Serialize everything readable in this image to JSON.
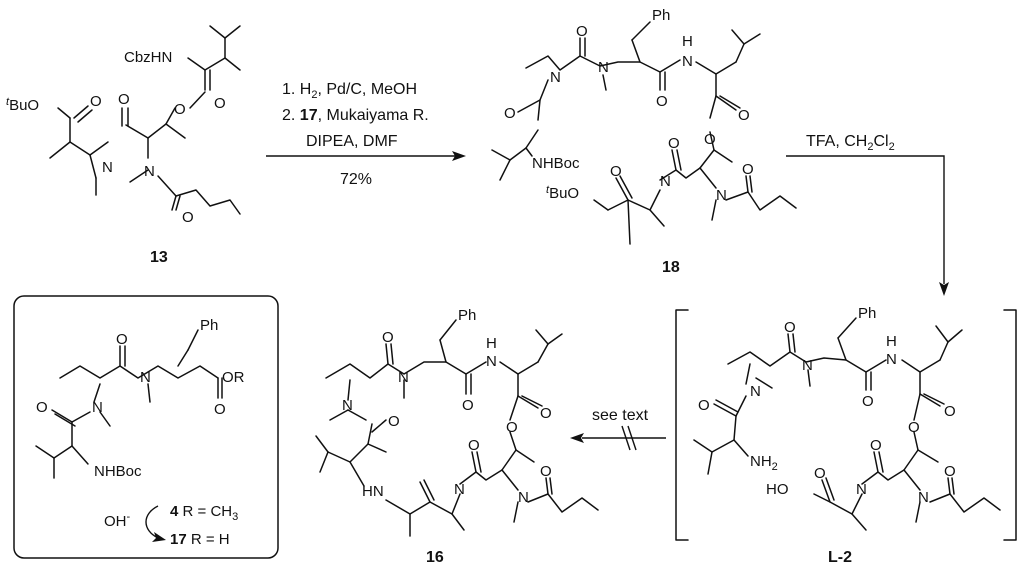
{
  "scheme": {
    "compounds": {
      "c13": {
        "number": "13",
        "labels": {
          "cbzhn": "CbzHN",
          "tbu_sup": "t",
          "tbuo": "BuO",
          "o1": "O",
          "o2": "O",
          "o3": "O",
          "o4": "O",
          "o5": "O",
          "n1": "N",
          "n2": "N"
        }
      },
      "c18": {
        "number": "18",
        "labels": {
          "ph": "Ph",
          "h": "H",
          "n_amide": "N",
          "n1": "N",
          "n2": "N",
          "n3": "N",
          "n4": "N",
          "nhboc": "NHBoc",
          "tbu_sup": "t",
          "tbuo": "BuO",
          "o1": "O",
          "o2": "O",
          "o3": "O",
          "o4": "O",
          "o5": "O",
          "o6": "O",
          "o7": "O",
          "o8": "O"
        }
      },
      "l2": {
        "number": "L-2",
        "labels": {
          "ph": "Ph",
          "h": "H",
          "n_amide": "N",
          "n1": "N",
          "n2": "N",
          "n3": "N",
          "n4": "N",
          "nh2": "NH",
          "nh2_sub": "2",
          "ho": "HO",
          "o1": "O",
          "o2": "O",
          "o3": "O",
          "o4": "O",
          "o5": "O",
          "o6": "O",
          "o7": "O",
          "o8": "O"
        }
      },
      "c16": {
        "number": "16",
        "labels": {
          "ph": "Ph",
          "h1": "H",
          "n_amide1": "N",
          "hn": "HN",
          "n1": "N",
          "n2": "N",
          "n3": "N",
          "n4": "N",
          "o1": "O",
          "o2": "O",
          "o3": "O",
          "o4": "O",
          "o5": "O",
          "o6": "O",
          "o7": "O"
        }
      },
      "c4_17": {
        "labels": {
          "ph": "Ph",
          "n1": "N",
          "n2": "N",
          "nhboc": "NHBoc",
          "o1": "O",
          "o2": "O",
          "o3": "O",
          "or": "OR"
        },
        "hydroxide": "OH",
        "hydroxide_sup": "-",
        "row4": {
          "number": "4",
          "text": " R = CH",
          "sub": "3"
        },
        "row17": {
          "number": "17",
          "text": " R = H"
        }
      }
    },
    "arrows": {
      "step1": {
        "line1": "1. H",
        "line1_sub": "2",
        "line1_rest": ", Pd/C, MeOH",
        "line2_pre": "2. ",
        "line2_num": "17",
        "line2_rest": ", Mukaiyama R.",
        "line3": "DIPEA, DMF",
        "yield": "72%"
      },
      "step2": {
        "pre": "TFA, CH",
        "sub1": "2",
        "mid": "Cl",
        "sub2": "2"
      },
      "step3": {
        "label": "see text"
      }
    }
  }
}
